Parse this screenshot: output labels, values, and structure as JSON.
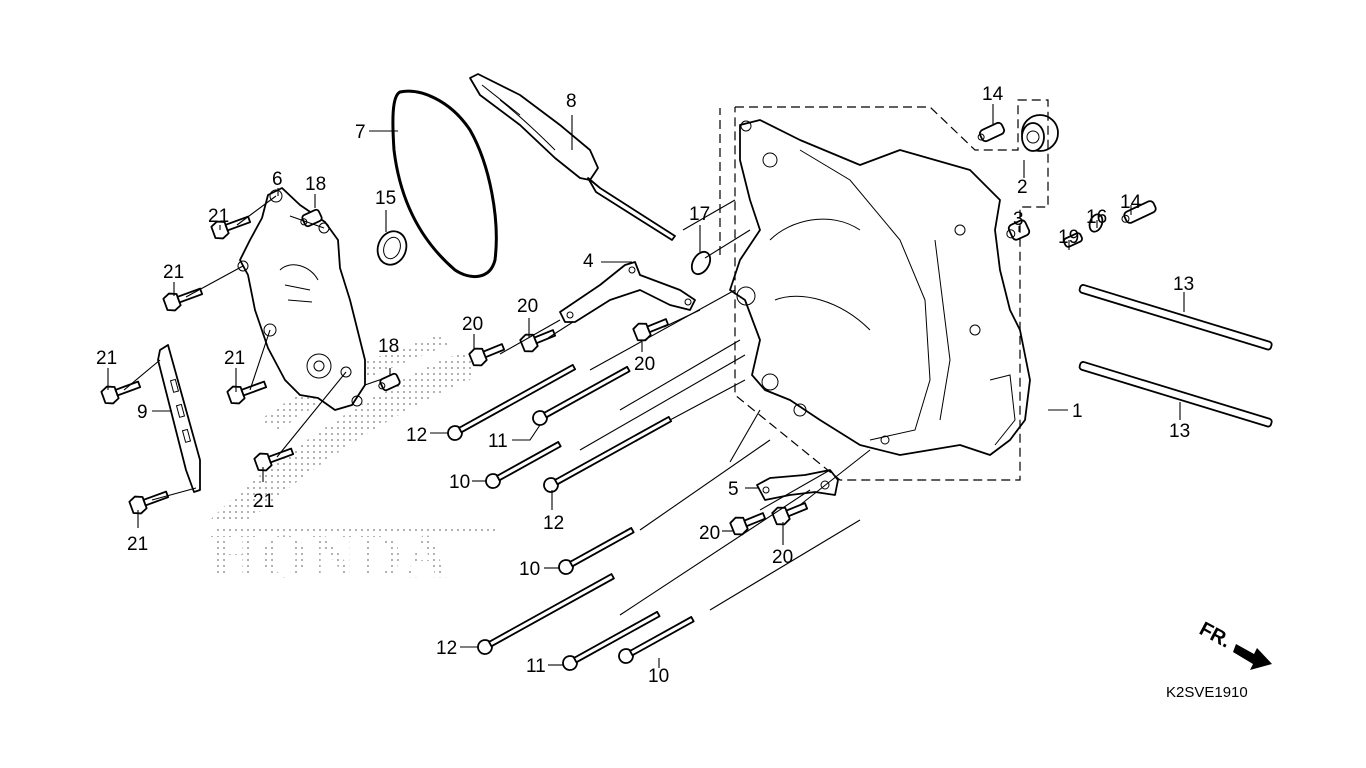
{
  "diagram": {
    "title": "Right Crankcase",
    "watermark": "HONDA",
    "direction_indicator": "FR.",
    "figure_code": "K2SVE1910"
  },
  "callouts": {
    "c1": "1",
    "c2": "2",
    "c3": "3",
    "c4": "4",
    "c5": "5",
    "c6": "6",
    "c7": "7",
    "c8": "8",
    "c9": "9",
    "c10a": "10",
    "c10b": "10",
    "c10c": "10",
    "c11a": "11",
    "c11b": "11",
    "c12a": "12",
    "c12b": "12",
    "c12c": "12",
    "c13a": "13",
    "c13b": "13",
    "c14a": "14",
    "c14b": "14",
    "c15": "15",
    "c16": "16",
    "c17": "17",
    "c18a": "18",
    "c18b": "18",
    "c19": "19",
    "c20a": "20",
    "c20b": "20",
    "c20c": "20",
    "c20d": "20",
    "c20e": "20",
    "c21a": "21",
    "c21b": "21",
    "c21c": "21",
    "c21d": "21",
    "c21e": "21",
    "c21f": "21"
  },
  "parts": [
    {
      "ref": "1",
      "name": "crankcase-right"
    },
    {
      "ref": "2",
      "name": "bearing"
    },
    {
      "ref": "3",
      "name": "dowel-pin"
    },
    {
      "ref": "4",
      "name": "stay-a"
    },
    {
      "ref": "5",
      "name": "stay-b"
    },
    {
      "ref": "6",
      "name": "cover"
    },
    {
      "ref": "7",
      "name": "gasket-ring"
    },
    {
      "ref": "8",
      "name": "oil-level-gauge"
    },
    {
      "ref": "9",
      "name": "bracket-plate"
    },
    {
      "ref": "10",
      "name": "bolt-flange"
    },
    {
      "ref": "11",
      "name": "bolt-flange"
    },
    {
      "ref": "12",
      "name": "bolt-flange-long"
    },
    {
      "ref": "13",
      "name": "stud-bolt"
    },
    {
      "ref": "14",
      "name": "dowel-pin"
    },
    {
      "ref": "15",
      "name": "oil-seal"
    },
    {
      "ref": "16",
      "name": "o-ring"
    },
    {
      "ref": "17",
      "name": "o-ring"
    },
    {
      "ref": "18",
      "name": "collar"
    },
    {
      "ref": "19",
      "name": "dowel-pin"
    },
    {
      "ref": "20",
      "name": "bolt-flange-short"
    },
    {
      "ref": "21",
      "name": "bolt-flange-short"
    }
  ]
}
